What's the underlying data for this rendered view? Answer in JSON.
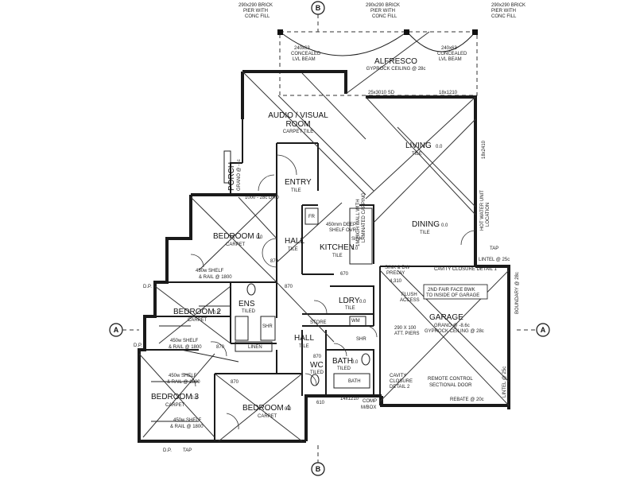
{
  "rooms": {
    "alfresco": {
      "name": "ALFRESCO",
      "sub": "GYPROCK CEILING @ 28c"
    },
    "audio_visual": {
      "name": "AUDIO / VISUAL",
      "name2": "ROOM",
      "sub": "CARPET TILE"
    },
    "living": {
      "name": "LIVING",
      "suffix": "0.0",
      "sub": "TILE"
    },
    "dining": {
      "name": "DINING",
      "suffix": "0.0",
      "sub": "TILE"
    },
    "entry": {
      "name": "ENTRY",
      "sub": "TILE"
    },
    "porch": {
      "name": "PORCH",
      "sub": "GRANO @ -1c"
    },
    "bedroom1": {
      "name": "BEDROOM 1",
      "suffix": "0.0",
      "sub": "CARPET"
    },
    "hall1": {
      "name": "HALL",
      "sub": "TILE"
    },
    "kitchen": {
      "name": "KITCHEN",
      "suffix": "0.0",
      "sub": "TILE"
    },
    "ens": {
      "name": "ENS",
      "sub": "TILED"
    },
    "bedroom2": {
      "name": "BEDROOM 2",
      "suffix": "0.0",
      "sub": "CARPET"
    },
    "ldry": {
      "name": "LDRY",
      "suffix": "0.0",
      "sub": "TILE"
    },
    "store": {
      "name": "STORE"
    },
    "wm": {
      "name": "WM"
    },
    "garage": {
      "name": "GARAGE",
      "sub": "GRANO @ -8.6c",
      "sub2": "GYPROCK CEILING @ 28c"
    },
    "hall2": {
      "name": "HALL",
      "sub": "TILE"
    },
    "bath": {
      "name": "BATH",
      "suffix": "0.0",
      "sub": "TILED",
      "tub": "BATH"
    },
    "wc": {
      "name": "WC",
      "sub": "TILED"
    },
    "bedroom3": {
      "name": "BEDROOM 3",
      "suffix": "0.0",
      "sub": "CARPET"
    },
    "bedroom4": {
      "name": "BEDROOM 4",
      "suffix": "0.0",
      "sub": "CARPET"
    },
    "linen": {
      "name": "LINEN"
    },
    "shr1": {
      "name": "SHR"
    },
    "shr2": {
      "name": "SHR"
    }
  },
  "notes": {
    "pier_left": [
      "290x290 BRICK",
      "PIER WITH",
      "CONC FILL"
    ],
    "pier_mid": [
      "290x290 BRICK",
      "PIER WITH",
      "CONC FILL"
    ],
    "pier_right": [
      "290x290 BRICK",
      "PIER WITH",
      "CONC FILL"
    ],
    "lvl_left": [
      "240x63",
      "CONCEALED",
      "LVL BEAM"
    ],
    "lvl_right": [
      "240x63",
      "CONCEALED",
      "LVL BEAM"
    ],
    "sd": "25x3010 SD",
    "window_top": "18x1210",
    "window_right": "18x2410",
    "shelf_b1": [
      "450w SHELF",
      "& RAIL @ 1800"
    ],
    "shelf_b2": [
      "450w SHELF",
      "& RAIL @ 1800"
    ],
    "shelf_b3a": [
      "450w SHELF",
      "& RAIL @ 1800"
    ],
    "shelf_b3b": [
      "450w SHELF",
      "& RAIL @ 1800"
    ],
    "kitchen_shelf": [
      "450mm DEEP",
      "SHELF OVR"
    ],
    "sink_dw": [
      "SINK & DW",
      "PRELAY"
    ],
    "cavity_closure_1": "CAVITY CLOSURE DETAIL 1",
    "fair_face": [
      "2ND FAIR FACE BWK",
      "TO INSIDE OF GARAGE"
    ],
    "dim_4310": "4,310",
    "flush_access": [
      "FLUSH",
      "ACCESS"
    ],
    "att_piers": [
      "290 X 100",
      "ATT. PIERS"
    ],
    "remote_door": [
      "REMOTE CONTROL",
      "SECTIONAL DOOR"
    ],
    "cavity_closure_2": [
      "CAVITY",
      "CLOSURE",
      "DETAIL 2"
    ],
    "rebate": "REBATE @ 20c",
    "comp_box": [
      "COMP",
      "M/BOX"
    ],
    "lintel_top": "LINTEL @ 25c",
    "lintel_side": "LINTEL @ 25c",
    "boundary": "BOUNDARY @ 28c",
    "tap_right": "TAP",
    "tap_bottom": "TAP",
    "window_14x1210": "14x1210",
    "door_1000": "1000 - 28c DHD",
    "hw_unit": [
      "HOT WATER UNIT",
      "LOCATION"
    ],
    "dp": "D.P.",
    "fr": "FR",
    "sink": "SINK",
    "high_wall": [
      "1M HIGH WALL WITH",
      "LAMINATED CAPPING"
    ],
    "dim_870": "870",
    "dim_670": "670",
    "dim_610": "610"
  },
  "section_markers": {
    "a": "A",
    "b": "B"
  }
}
